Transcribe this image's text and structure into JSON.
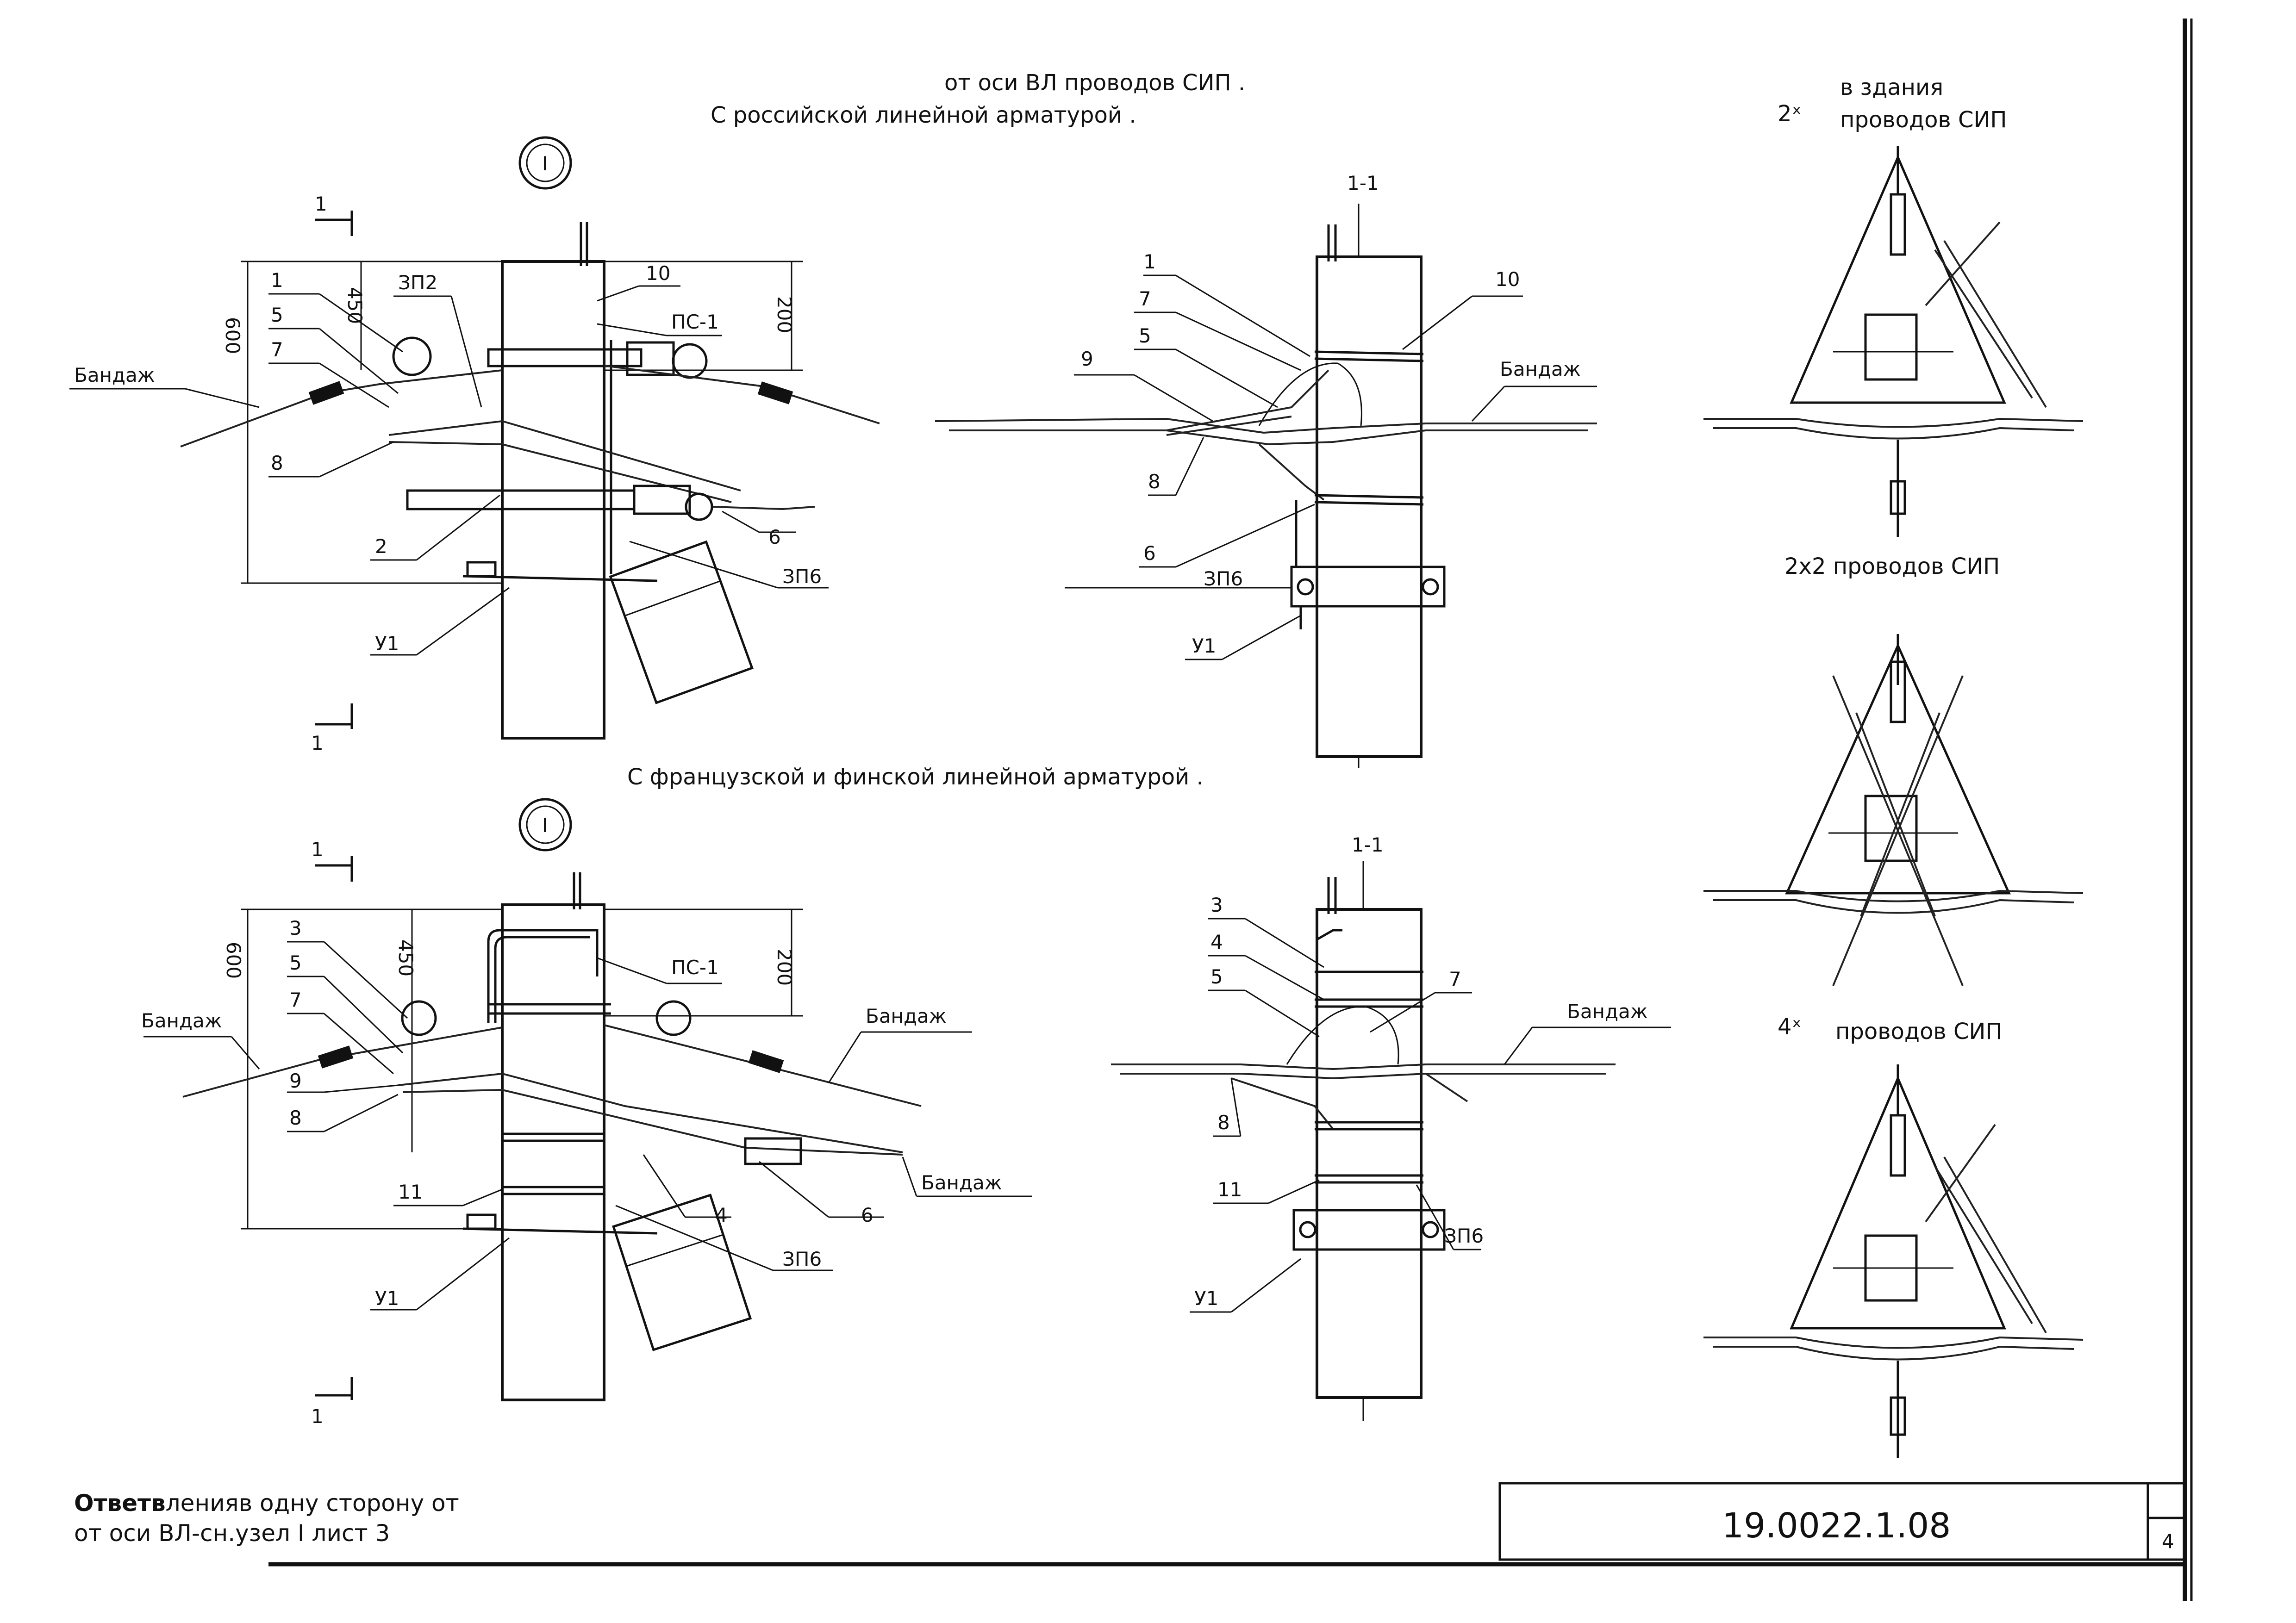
{
  "header": {
    "line1": "от оси ВЛ проводов СИП .",
    "line2": "С российской линейной арматурой ."
  },
  "top_right": {
    "caption1": "в здания",
    "count": "2ˣ",
    "caption2": "проводов СИП"
  },
  "mid_right": {
    "caption": "2х2 проводов СИП"
  },
  "low_right": {
    "count": "4ˣ",
    "caption": "проводов СИП"
  },
  "section_mid": {
    "title": "С французской и финской линейной арматурой ."
  },
  "node_marks": {
    "top": "I",
    "bottom": "I"
  },
  "cut_labels": {
    "top_left_upper": "1",
    "top_left_lower": "1",
    "bottom_left_upper": "1",
    "bottom_left_lower": "1",
    "top_section": "1-1",
    "bottom_section": "1-1"
  },
  "top_left": {
    "dim_600": "600",
    "dim_450": "450",
    "dim_200": "200",
    "labels": {
      "c1": "1",
      "c5": "5",
      "c7": "7",
      "c8": "8",
      "c2": "2",
      "czp2": "ЗП2",
      "c10": "10",
      "cps1": "ПС-1",
      "c6": "6",
      "czp6": "ЗП6",
      "cu1": "У1",
      "band": "Бандаж"
    }
  },
  "top_mid": {
    "labels": {
      "c1": "1",
      "c7": "7",
      "c5": "5",
      "c9": "9",
      "c8": "8",
      "c6": "6",
      "czp6": "ЗП6",
      "cu1": "У1",
      "c10": "10",
      "band": "Бандаж"
    }
  },
  "bottom_left": {
    "dim_600": "600",
    "dim_450": "450",
    "dim_200": "200",
    "labels": {
      "c3": "3",
      "c5": "5",
      "c7": "7",
      "c9": "9",
      "c8": "8",
      "c11": "11",
      "cps1": "ПС-1",
      "c4": "4",
      "c6": "6",
      "czp6": "ЗП6",
      "cu1": "У1",
      "band_left": "Бандаж",
      "band_right": "Бандаж",
      "band_low": "Бандаж"
    }
  },
  "bottom_mid": {
    "labels": {
      "c3": "3",
      "c4": "4",
      "c5": "5",
      "c7": "7",
      "c8": "8",
      "c11": "11",
      "czp6": "ЗП6",
      "cu1": "У1",
      "band": "Бандаж"
    }
  },
  "footer": {
    "note_line1_bold": "Ответв",
    "note_line1_rest": "ленияв одну сторону от",
    "note_line2": "от оси ВЛ-сн.узел I лист 3",
    "drawing_code": "19.0022.1.08",
    "sheet_number": "4"
  }
}
